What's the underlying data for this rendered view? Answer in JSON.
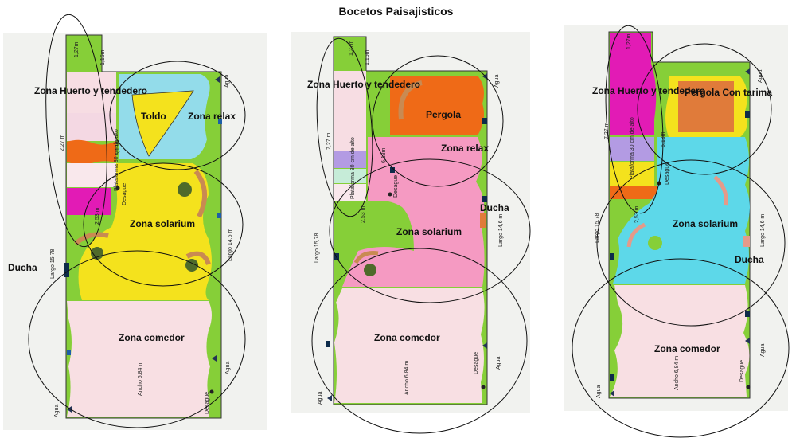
{
  "title": "Bocetos Paisajisticos",
  "colors": {
    "paper": "#f1f2ef",
    "grass": "#86cf38",
    "edge": "#35a526",
    "yellow": "#f4e21d",
    "pink": "#f7dde3",
    "hotpink": "#f58fb9",
    "magenta": "#e21bb5",
    "orange": "#ef6a17",
    "lightblue": "#93dcea",
    "cyan": "#5dd8e9",
    "lilac": "#b39be3",
    "mint": "#c6ecd8",
    "brown": "#e07b3a",
    "ink": "#111111"
  },
  "sketch1": {
    "zone_huerto": "Zona Huerto y tendedero",
    "zone_toldo": "Toldo",
    "zone_relax": "Zona relax",
    "zone_solarium": "Zona solarium",
    "zone_ducha": "Ducha",
    "zone_comedor": "Zona comedor",
    "m_127": "1,27m",
    "m_115": "1,15m",
    "m_227": "2,27 m",
    "m_platform": "Plataforma 30 cm de alto",
    "m_613": "6,13m",
    "m_253": "2,53 m",
    "m_desague1": "Desague",
    "m_desague2": "Desague",
    "m_largo1578": "Largo 15,78",
    "m_largo146": "Largo 14,6 m",
    "m_ancho": "Ancho 6,84 m",
    "m_agua1": "Agua",
    "m_agua2": "Agua",
    "m_agua3": "Agua"
  },
  "sketch2": {
    "zone_huerto": "Zona Huerto y tendedero",
    "zone_pergola": "Pergola",
    "zone_relax": "Zona relax",
    "zone_ducha": "Ducha",
    "zone_solarium": "Zona solarium",
    "zone_comedor": "Zona comedor",
    "m_127": "1,27m",
    "m_115": "1,15m",
    "m_227": "7,27 m",
    "m_platform": "Plataforma 30 cm de alto",
    "m_613": "6,13m",
    "m_253": "2,53 m",
    "m_desague1": "Desague",
    "m_desague2": "Desague",
    "m_largo1578": "Largo 15,78",
    "m_largo146": "Largo 14,6 m",
    "m_ancho": "Ancho 6,84 m",
    "m_agua1": "Agua",
    "m_agua2": "Agua",
    "m_agua3": "Agua"
  },
  "sketch3": {
    "zone_huerto": "Zona Huerto y tendedero",
    "zone_pergola": "Pergola Con tarima",
    "zone_solarium": "Zona solarium",
    "zone_ducha": "Ducha",
    "zone_comedor": "Zona comedor",
    "m_127": "1,27m",
    "m_227": "7,27 m",
    "m_platform": "Plataforma 30 cm de alto",
    "m_613": "6,13m",
    "m_253": "2,53 m",
    "m_desague1": "Desague",
    "m_desague2": "Desague",
    "m_largo1578": "Largo 15,78",
    "m_largo146": "Largo 14,6 m",
    "m_ancho": "Ancho 6,84 m",
    "m_agua1": "Agua",
    "m_agua2": "Agua",
    "m_agua3": "Agua"
  }
}
